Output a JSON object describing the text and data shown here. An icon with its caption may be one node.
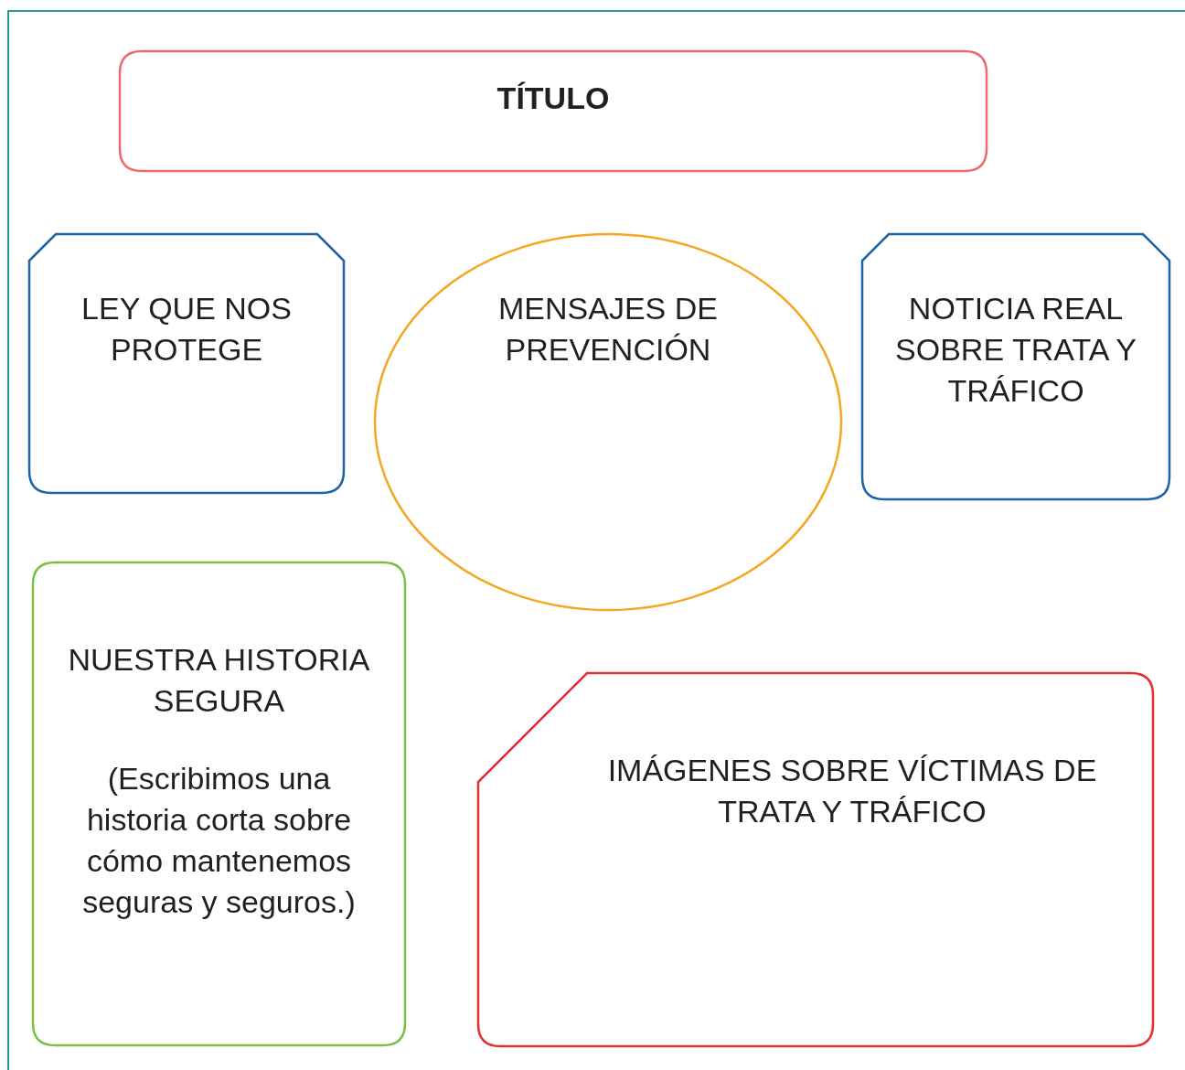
{
  "diagram": {
    "nodes": [
      {
        "text": [
          "TÍTULO"
        ]
      },
      {
        "text": [
          "LEY QUE NOS PROTEGE"
        ]
      },
      {
        "text": [
          "MENSAJES DE PREVENCIÓN"
        ]
      },
      {
        "text": [
          "NOTICIA REAL SOBRE TRATA Y TRÁFICO"
        ]
      },
      {
        "text": [
          "NUESTRA HISTORIA SEGURA",
          "(Escribimos una historia corta sobre cómo mantenemos seguras y seguros.)"
        ]
      },
      {
        "text": [
          "IMÁGENES SOBRE VÍCTIMAS DE TRATA Y TRÁFICO"
        ]
      }
    ]
  }
}
